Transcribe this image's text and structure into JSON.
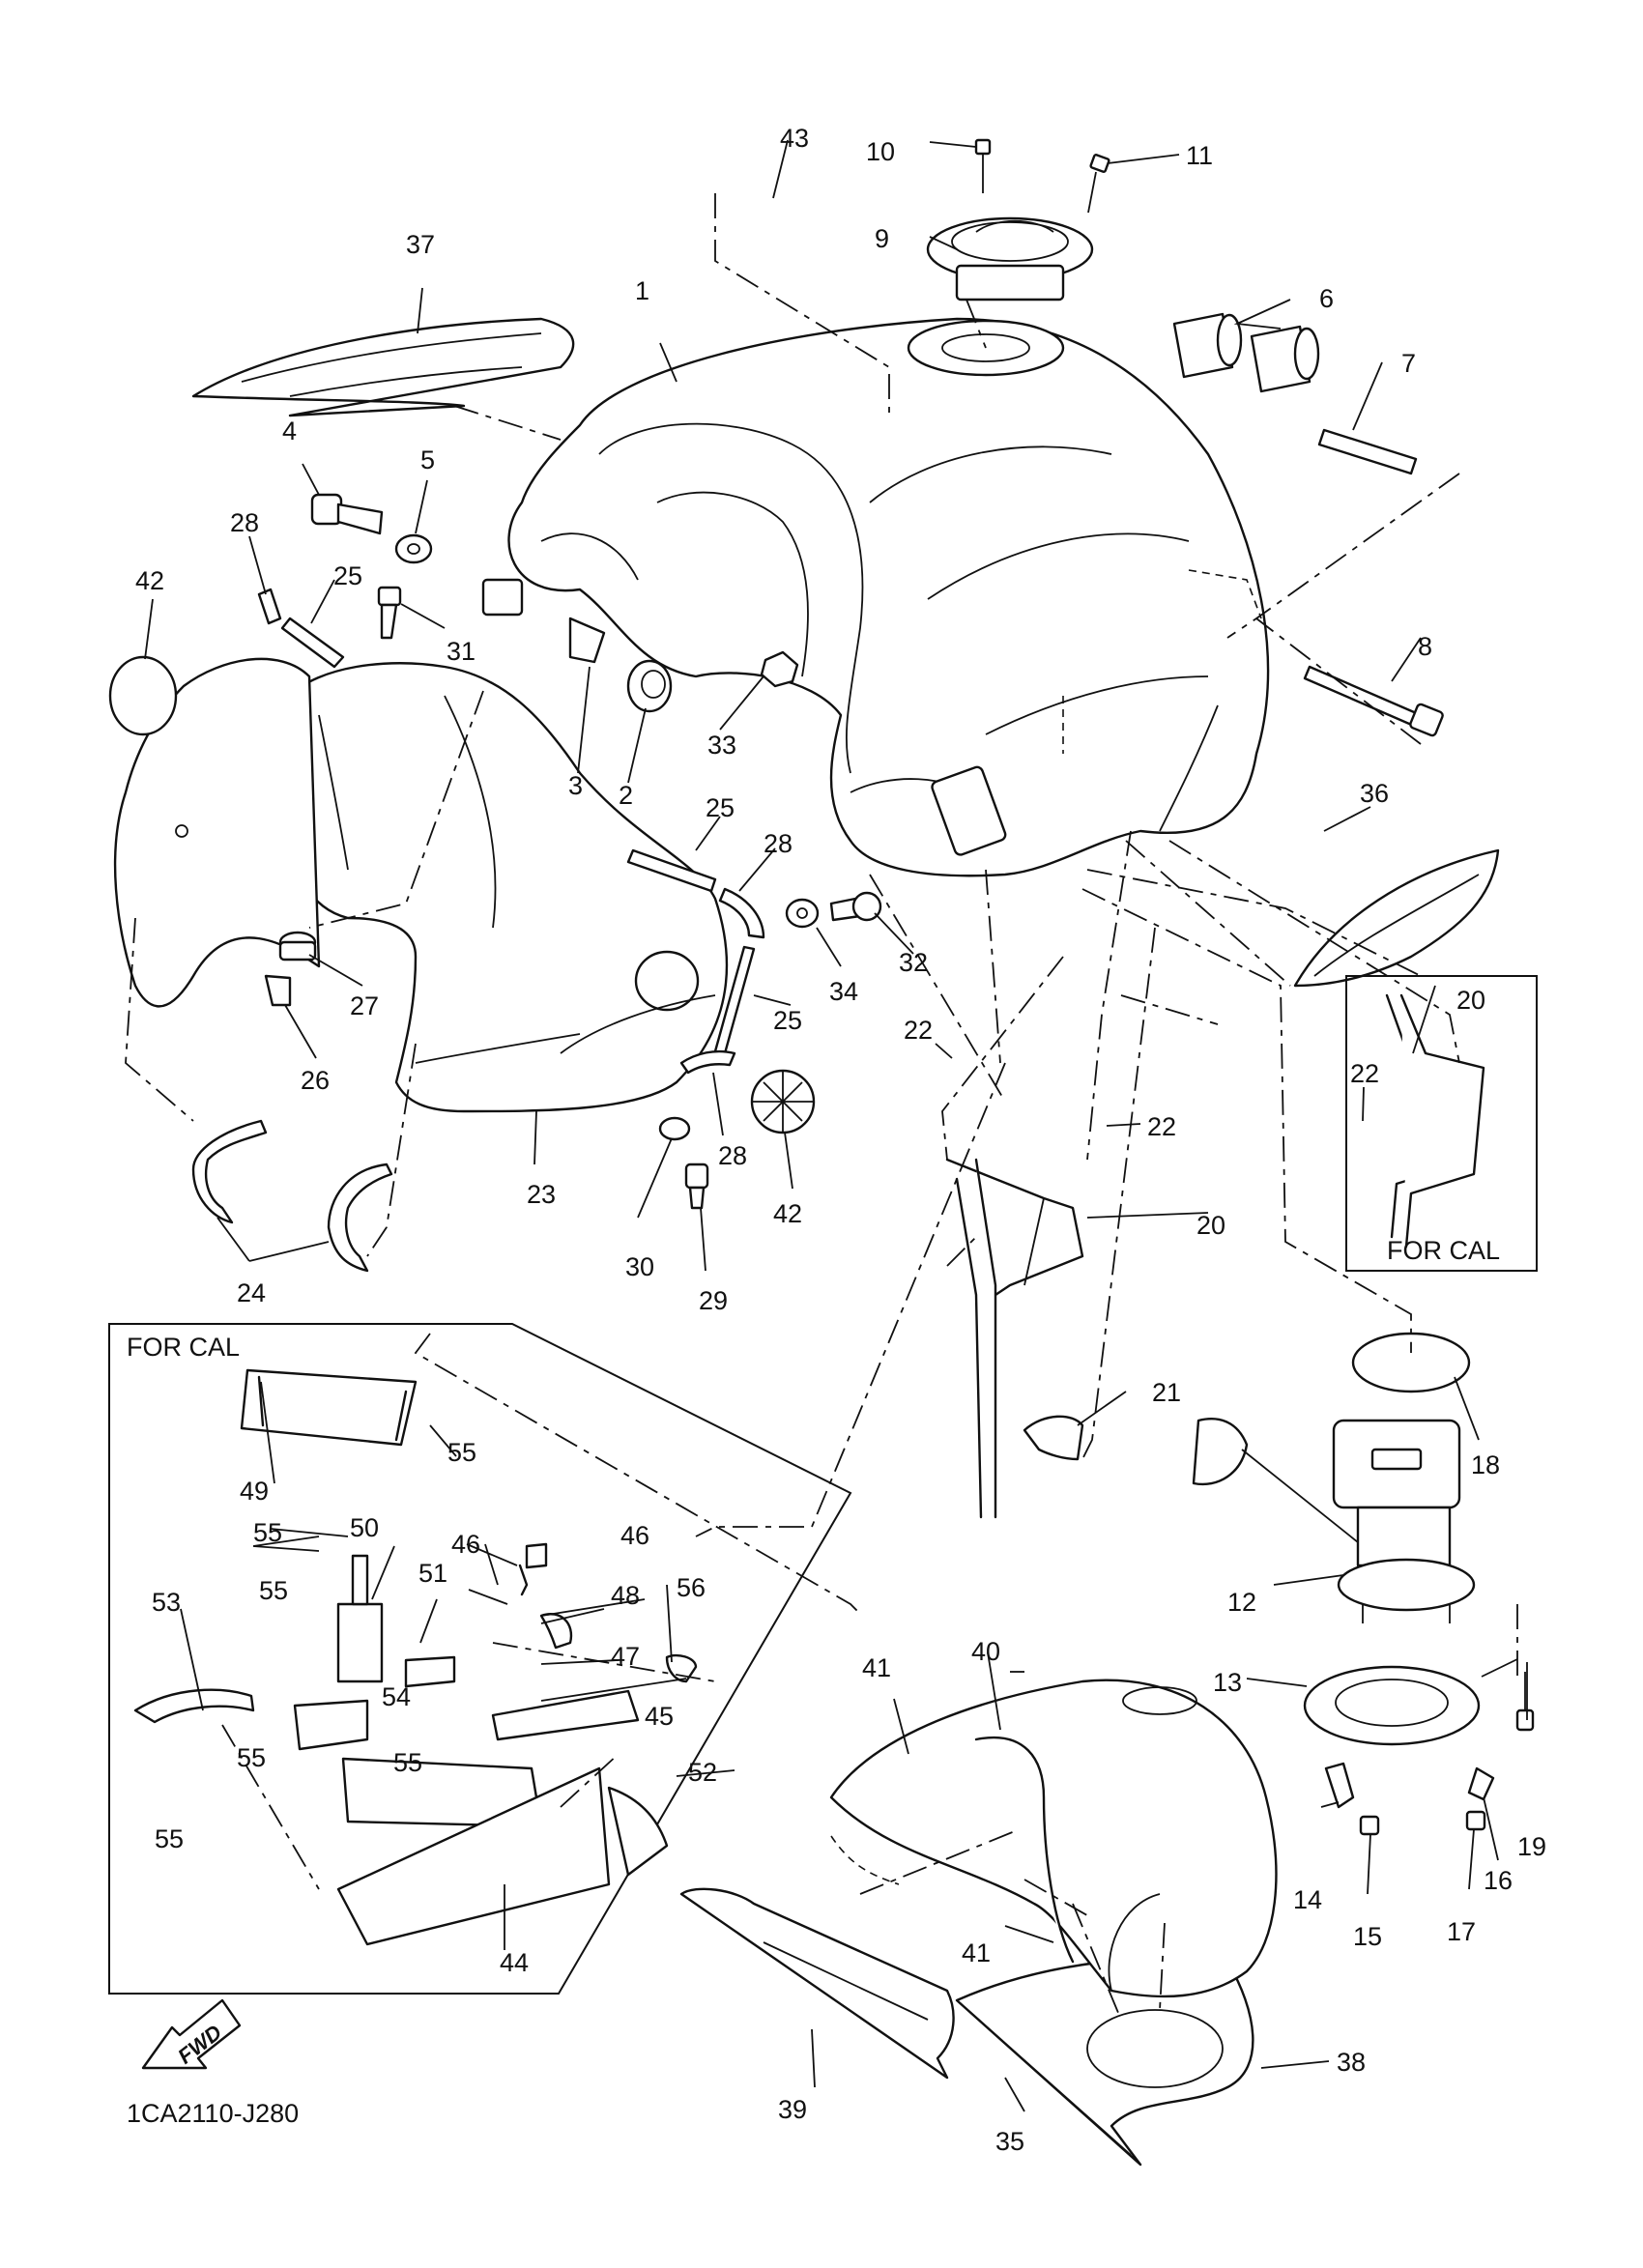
{
  "diagram": {
    "code": "1CA2110-J280",
    "fwd_label": "FWD",
    "for_cal_label": "FOR CAL",
    "callouts": [
      {
        "id": "n1",
        "text": "1"
      },
      {
        "id": "n2",
        "text": "2"
      },
      {
        "id": "n3",
        "text": "3"
      },
      {
        "id": "n4",
        "text": "4"
      },
      {
        "id": "n5",
        "text": "5"
      },
      {
        "id": "n6",
        "text": "6"
      },
      {
        "id": "n7",
        "text": "7"
      },
      {
        "id": "n8",
        "text": "8"
      },
      {
        "id": "n9",
        "text": "9"
      },
      {
        "id": "n10",
        "text": "10"
      },
      {
        "id": "n11",
        "text": "11"
      },
      {
        "id": "n12",
        "text": "12"
      },
      {
        "id": "n13",
        "text": "13"
      },
      {
        "id": "n14",
        "text": "14"
      },
      {
        "id": "n15",
        "text": "15"
      },
      {
        "id": "n16",
        "text": "16"
      },
      {
        "id": "n17",
        "text": "17"
      },
      {
        "id": "n18",
        "text": "18"
      },
      {
        "id": "n19",
        "text": "19"
      },
      {
        "id": "n20a",
        "text": "20"
      },
      {
        "id": "n20b",
        "text": "20"
      },
      {
        "id": "n21",
        "text": "21"
      },
      {
        "id": "n22a",
        "text": "22"
      },
      {
        "id": "n22b",
        "text": "22"
      },
      {
        "id": "n22c",
        "text": "22"
      },
      {
        "id": "n23",
        "text": "23"
      },
      {
        "id": "n24",
        "text": "24"
      },
      {
        "id": "n25a",
        "text": "25"
      },
      {
        "id": "n25b",
        "text": "25"
      },
      {
        "id": "n25c",
        "text": "25"
      },
      {
        "id": "n26",
        "text": "26"
      },
      {
        "id": "n27",
        "text": "27"
      },
      {
        "id": "n28a",
        "text": "28"
      },
      {
        "id": "n28b",
        "text": "28"
      },
      {
        "id": "n28c",
        "text": "28"
      },
      {
        "id": "n29",
        "text": "29"
      },
      {
        "id": "n30",
        "text": "30"
      },
      {
        "id": "n31",
        "text": "31"
      },
      {
        "id": "n32",
        "text": "32"
      },
      {
        "id": "n33",
        "text": "33"
      },
      {
        "id": "n34",
        "text": "34"
      },
      {
        "id": "n35",
        "text": "35"
      },
      {
        "id": "n36",
        "text": "36"
      },
      {
        "id": "n37",
        "text": "37"
      },
      {
        "id": "n38",
        "text": "38"
      },
      {
        "id": "n39",
        "text": "39"
      },
      {
        "id": "n40",
        "text": "40"
      },
      {
        "id": "n41a",
        "text": "41"
      },
      {
        "id": "n41b",
        "text": "41"
      },
      {
        "id": "n42a",
        "text": "42"
      },
      {
        "id": "n42b",
        "text": "42"
      },
      {
        "id": "n43",
        "text": "43"
      },
      {
        "id": "n44",
        "text": "44"
      },
      {
        "id": "n45",
        "text": "45"
      },
      {
        "id": "n46a",
        "text": "46"
      },
      {
        "id": "n46b",
        "text": "46"
      },
      {
        "id": "n47",
        "text": "47"
      },
      {
        "id": "n48",
        "text": "48"
      },
      {
        "id": "n49",
        "text": "49"
      },
      {
        "id": "n50",
        "text": "50"
      },
      {
        "id": "n51",
        "text": "51"
      },
      {
        "id": "n52",
        "text": "52"
      },
      {
        "id": "n53",
        "text": "53"
      },
      {
        "id": "n54",
        "text": "54"
      },
      {
        "id": "n55a",
        "text": "55"
      },
      {
        "id": "n55b",
        "text": "55"
      },
      {
        "id": "n55c",
        "text": "55"
      },
      {
        "id": "n55d",
        "text": "55"
      },
      {
        "id": "n55e",
        "text": "55"
      },
      {
        "id": "n55f",
        "text": "55"
      },
      {
        "id": "n56",
        "text": "56"
      }
    ]
  }
}
